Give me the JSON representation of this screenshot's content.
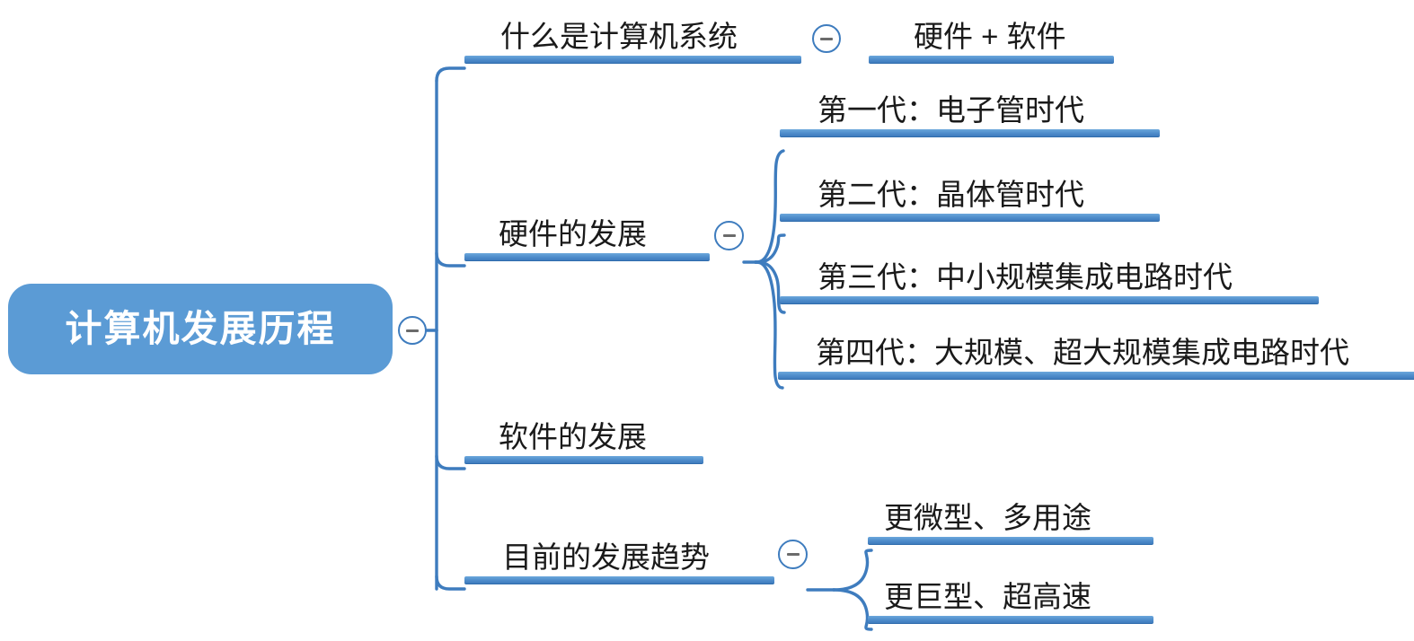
{
  "diagram": {
    "type": "mindmap",
    "title": "计算机发展历程",
    "colors": {
      "root_fill": "#5B9BD5",
      "root_text": "#FFFFFF",
      "branch_bar": "#4E8CCB",
      "connector": "#3E7CBE",
      "topic_text": "#1A1A1A",
      "background": "#FFFFFF"
    }
  },
  "root": {
    "label": "计算机发展历程",
    "toggle": "collapse-minus"
  },
  "branches": [
    {
      "id": "what-is-computer-system",
      "label": "什么是计算机系统",
      "toggle": "collapse-minus",
      "children": [
        {
          "id": "hardware-plus-software",
          "label": "硬件 + 软件"
        }
      ]
    },
    {
      "id": "hardware-development",
      "label": "硬件的发展",
      "toggle": "collapse-minus",
      "children": [
        {
          "id": "generation-1",
          "label": "第一代：电子管时代"
        },
        {
          "id": "generation-2",
          "label": "第二代：晶体管时代"
        },
        {
          "id": "generation-3",
          "label": "第三代：中小规模集成电路时代"
        },
        {
          "id": "generation-4",
          "label": "第四代：大规模、超大规模集成电路时代"
        }
      ]
    },
    {
      "id": "software-development",
      "label": "软件的发展",
      "children": []
    },
    {
      "id": "current-trends",
      "label": "目前的发展趋势",
      "toggle": "collapse-minus",
      "children": [
        {
          "id": "more-micro-multipurpose",
          "label": "更微型、多用途"
        },
        {
          "id": "more-giant-ultrafast",
          "label": "更巨型、超高速"
        }
      ]
    }
  ]
}
